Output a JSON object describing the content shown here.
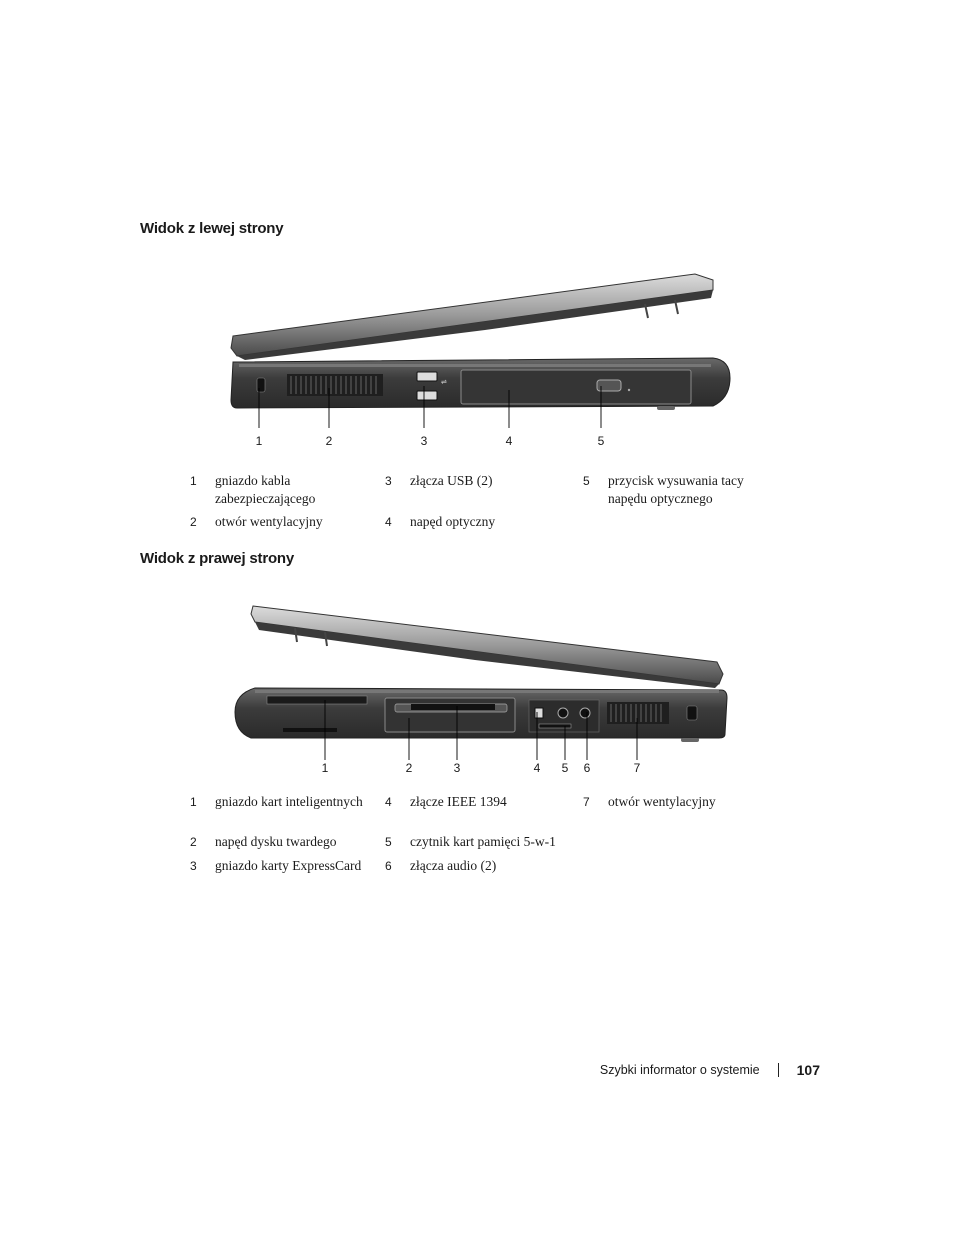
{
  "left_view": {
    "title": "Widok z lewej strony",
    "callouts": [
      "1",
      "2",
      "3",
      "4",
      "5"
    ],
    "items": [
      {
        "num": "1",
        "label": "gniazdo kabla zabezpieczającego"
      },
      {
        "num": "2",
        "label": "otwór wentylacyjny"
      },
      {
        "num": "3",
        "label": "złącza USB (2)"
      },
      {
        "num": "4",
        "label": "napęd optyczny"
      },
      {
        "num": "5",
        "label": "przycisk wysuwania tacy napędu optycznego"
      }
    ]
  },
  "right_view": {
    "title": "Widok z prawej strony",
    "callouts": [
      "1",
      "2",
      "3",
      "4",
      "5",
      "6",
      "7"
    ],
    "items": [
      {
        "num": "1",
        "label": "gniazdo kart inteligentnych"
      },
      {
        "num": "2",
        "label": "napęd dysku twardego"
      },
      {
        "num": "3",
        "label": "gniazdo karty ExpressCard"
      },
      {
        "num": "4",
        "label": "złącze IEEE 1394"
      },
      {
        "num": "5",
        "label": "czytnik kart pamięci 5-w-1"
      },
      {
        "num": "6",
        "label": "złącza audio (2)"
      },
      {
        "num": "7",
        "label": "otwór wentylacyjny"
      }
    ]
  },
  "footer": {
    "section": "Szybki informator o systemie",
    "page_number": "107"
  }
}
